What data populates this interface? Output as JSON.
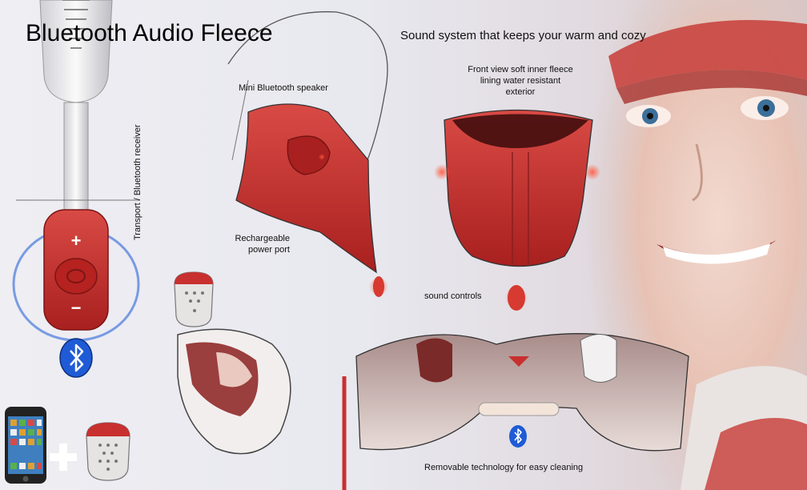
{
  "title": "Bluetooth Audio Fleece",
  "subtitle": "Sound system that keeps your warm and cozy",
  "labels": {
    "mini_speaker": "Mini Bluetooth speaker",
    "front_view_lines": [
      "Front view soft inner fleece",
      "lining water resistant",
      "exterior"
    ],
    "rechargeable_lines": [
      "Rechargeable",
      "power port"
    ],
    "sound_controls": "sound controls",
    "removable": "Removable technology for easy cleaning",
    "transport": "Transport / Bluetooth receiver"
  },
  "receiver": {
    "plus": "+",
    "minus": "−"
  },
  "icons": [
    "bluetooth-icon",
    "iphone-icon",
    "plus-icon",
    "speaker-pod-icon",
    "zipper-icon"
  ],
  "colors": {
    "fleece_red": "#c8302f",
    "bluetooth_blue": "#1f5bd6",
    "accent_glow": "#ff3a2a",
    "lining": "#e9c9c0"
  }
}
